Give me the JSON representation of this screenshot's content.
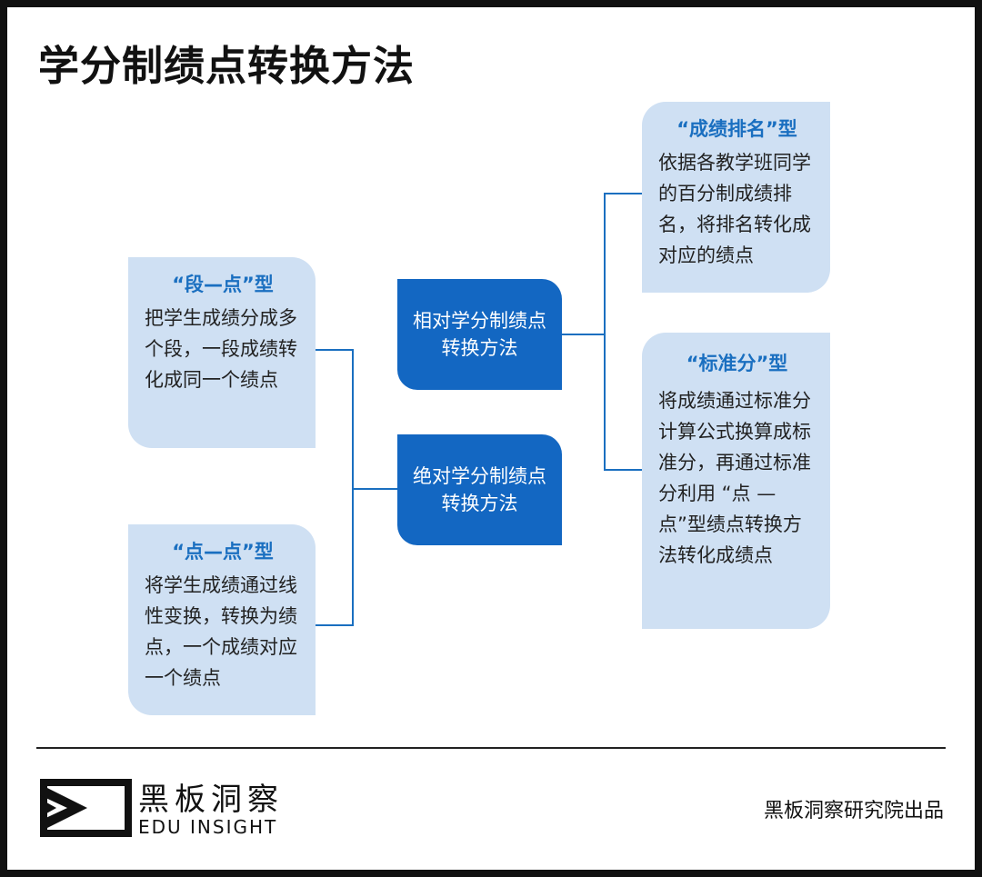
{
  "title": "学分制绩点转换方法",
  "left_boxes": [
    {
      "heading": "“段—点”型",
      "body": "把学生成绩分成多个段，一段成绩转化成同一个绩点"
    },
    {
      "heading": "“点—点”型",
      "body": "将学生成绩通过线性变换，转换为绩点，一个成绩对应一个绩点"
    }
  ],
  "center_boxes": [
    {
      "label": "相对学分制绩点转换方法"
    },
    {
      "label": "绝对学分制绩点转换方法"
    }
  ],
  "right_boxes": [
    {
      "heading": "“成绩排名”型",
      "body": "依据各教学班同学的百分制成绩排名，将排名转化成对应的绩点"
    },
    {
      "heading": "“标准分”型",
      "body": "将成绩通过标准分计算公式换算成标准分，再通过标准分利用 “点 — 点”型绩点转换方法转化成绩点"
    }
  ],
  "footer": {
    "brand_cn": "黑板洞察",
    "brand_en": "EDU INSIGHT",
    "credit": "黑板洞察研究院出品"
  },
  "colors": {
    "accent": "#1367c2",
    "light": "#cfe0f3",
    "heading": "#1a6fc0"
  }
}
